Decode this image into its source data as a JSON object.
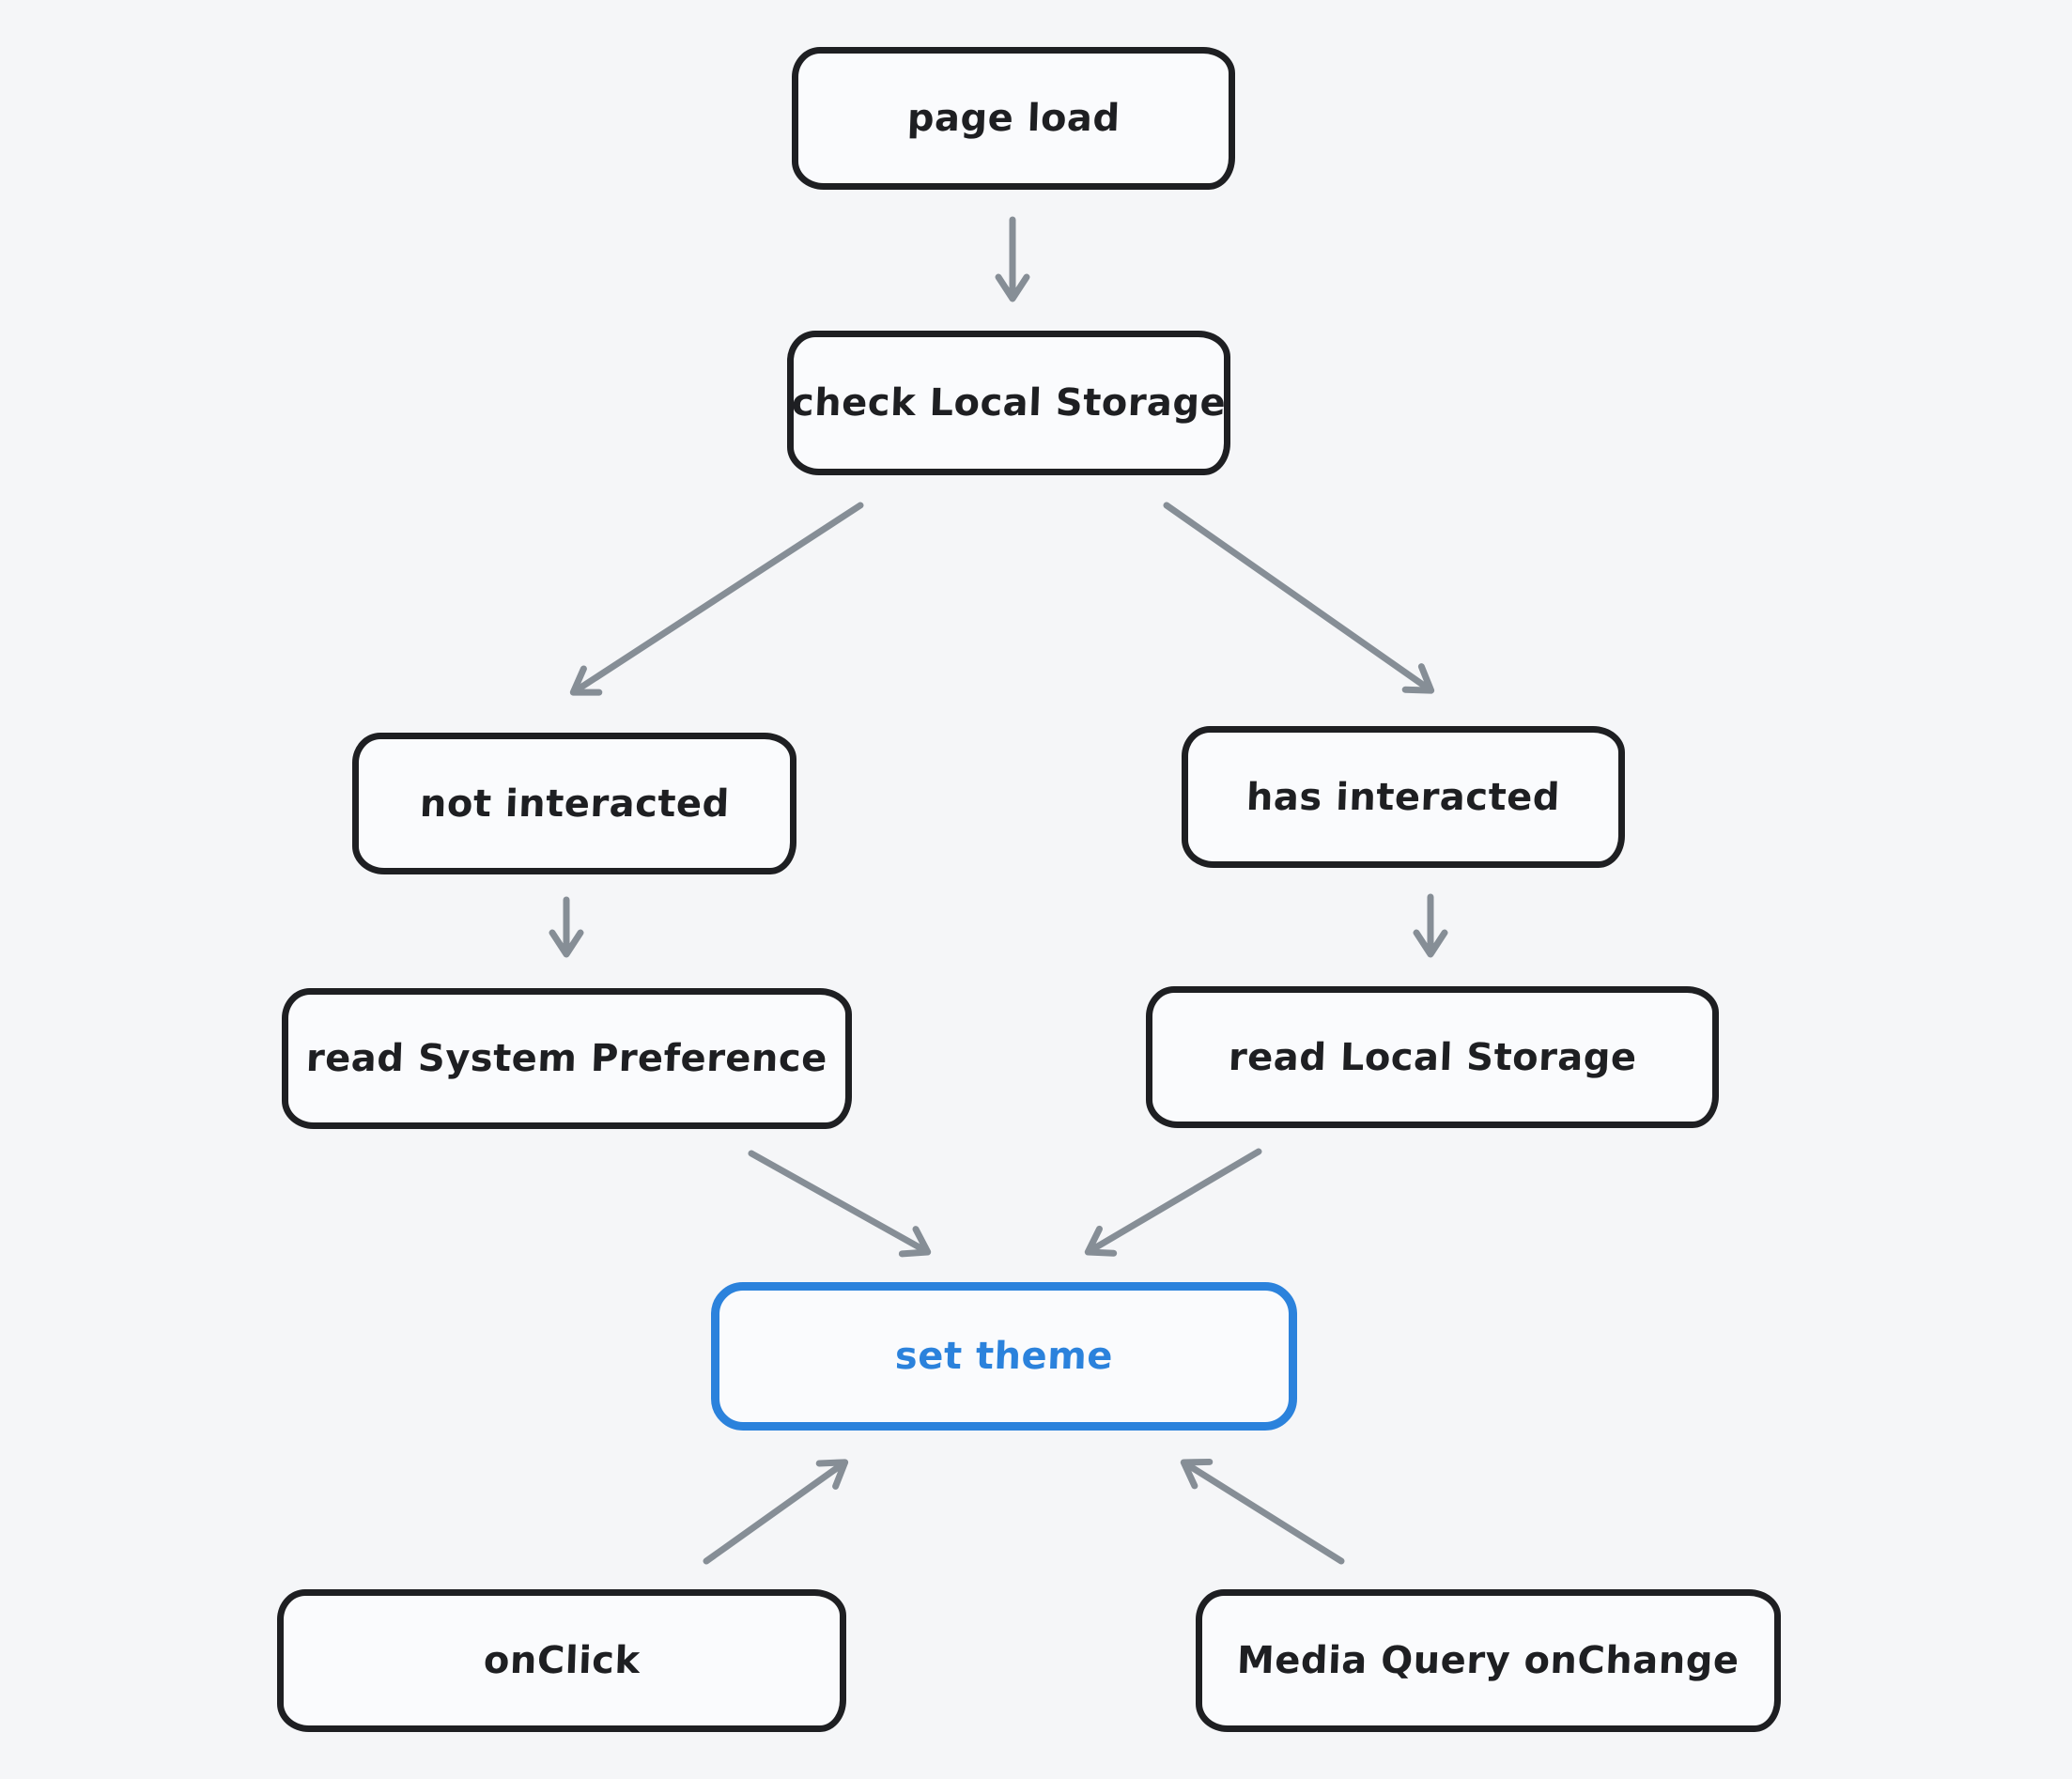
{
  "canvas": {
    "background_color": "#f5f6f8",
    "node_stroke_color": "#1e1f22",
    "node_fill_color": "#fafbfd",
    "accent_color": "#2b82dc",
    "arrow_color": "#868e96"
  },
  "diagram": {
    "type": "flowchart",
    "topic": "theme selection flow",
    "nodes": [
      {
        "id": "page-load",
        "label": "page load",
        "accent": false
      },
      {
        "id": "check-local-storage",
        "label": "check Local Storage",
        "accent": false
      },
      {
        "id": "not-interacted",
        "label": "not interacted",
        "accent": false
      },
      {
        "id": "has-interacted",
        "label": "has interacted",
        "accent": false
      },
      {
        "id": "read-system-preference",
        "label": "read System Preference",
        "accent": false
      },
      {
        "id": "read-local-storage",
        "label": "read Local Storage",
        "accent": false
      },
      {
        "id": "set-theme",
        "label": "set theme",
        "accent": true
      },
      {
        "id": "on-click",
        "label": "onClick",
        "accent": false
      },
      {
        "id": "media-query-onchange",
        "label": "Media Query onChange",
        "accent": false
      }
    ],
    "edges": [
      {
        "from": "page-load",
        "to": "check-local-storage"
      },
      {
        "from": "check-local-storage",
        "to": "not-interacted"
      },
      {
        "from": "check-local-storage",
        "to": "has-interacted"
      },
      {
        "from": "not-interacted",
        "to": "read-system-preference"
      },
      {
        "from": "has-interacted",
        "to": "read-local-storage"
      },
      {
        "from": "read-system-preference",
        "to": "set-theme"
      },
      {
        "from": "read-local-storage",
        "to": "set-theme"
      },
      {
        "from": "on-click",
        "to": "set-theme"
      },
      {
        "from": "media-query-onchange",
        "to": "set-theme"
      }
    ]
  }
}
